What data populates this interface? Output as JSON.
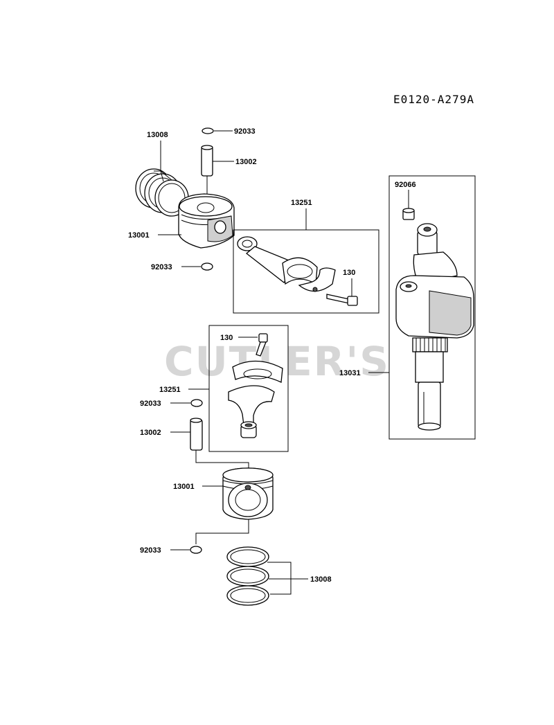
{
  "diagram": {
    "reference_code": "E0120-A279A",
    "watermark": "CUTLER'S",
    "labels": {
      "piston_ring_set_a": "13008",
      "snap_ring_top": "92033",
      "piston_pin_a": "13002",
      "piston_a": "13001",
      "snap_ring_a_low": "92033",
      "conrod_a": "13251",
      "bolt_a": "130",
      "plug_crank": "92066",
      "crankshaft": "13031",
      "bolt_b": "130",
      "conrod_b": "13251",
      "snap_ring_b": "92033",
      "piston_pin_b": "13002",
      "piston_b": "13001",
      "snap_ring_b_low": "92033",
      "piston_ring_set_b": "13008"
    }
  }
}
